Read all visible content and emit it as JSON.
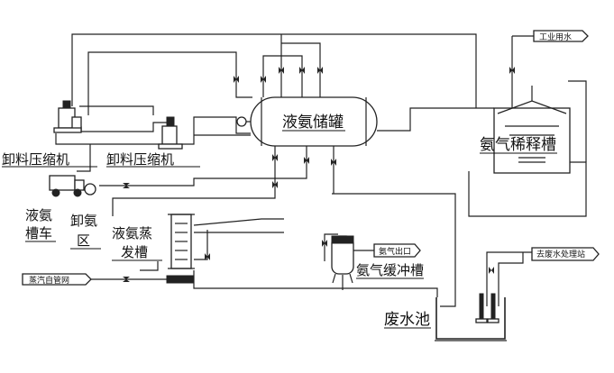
{
  "diagram": {
    "labels": {
      "storage_tank": "液氨储罐",
      "dilution_tank": "氨气稀释槽",
      "compressor_1": "卸料压缩机",
      "compressor_2": "卸料压缩机",
      "tanker_line1": "液氨",
      "tanker_line2": "槽车",
      "unload_line1": "卸氨",
      "unload_line2": "区",
      "evaporator_line1": "液氨蒸",
      "evaporator_line2": "发槽",
      "buffer_tank": "氨气缓冲槽",
      "waste_pool": "废水池",
      "industrial_water": "工业用水",
      "ammonia_outlet": "氨气出口",
      "steam_main": "蒸汽自管网",
      "to_wastewater": "去废水处理站"
    },
    "colors": {
      "line": "#222222",
      "background": "#ffffff"
    }
  }
}
